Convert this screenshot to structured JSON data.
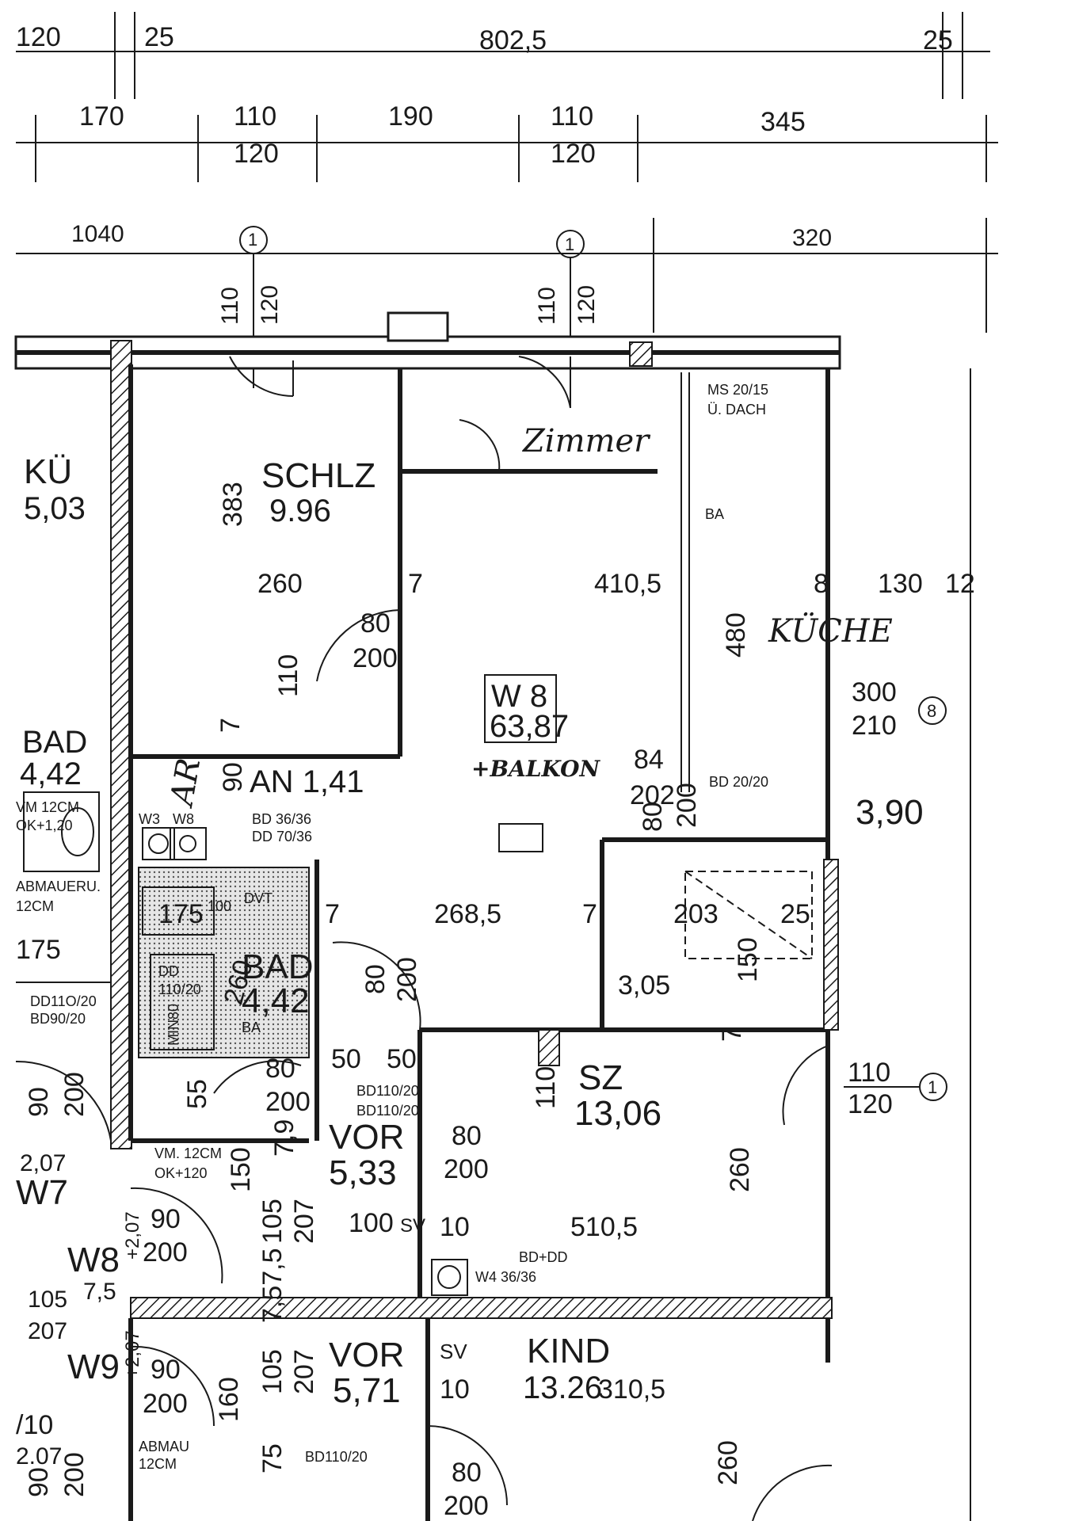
{
  "dims_top": {
    "a": "120",
    "b": "25",
    "c": "802,5",
    "d": "25",
    "r2_a": "170",
    "r2_b1": "110",
    "r2_b2": "120",
    "r2_c": "190",
    "r2_d1": "110",
    "r2_d2": "120",
    "r2_e": "345",
    "r3_a": "1040",
    "r3_b": "320",
    "axis_1": "1",
    "axis_2": "1",
    "win1_a": "110",
    "win1_b": "120",
    "win2_a": "110",
    "win2_b": "120"
  },
  "notes": {
    "ms": "MS 20/15",
    "udach": "Ü. DACH",
    "ba1": "BA",
    "bd2020": "BD 20/20",
    "bd3636": "BD 36/36",
    "dd7036": "DD 70/36",
    "vm12cm": "VM 12CM",
    "ok120": "OK+1,20",
    "abmaueru": "ABMAUERU.",
    "twelvecm": "12CM",
    "dd11020a": "DD11O/20",
    "dd9020": "BD90/20",
    "dvt": "DVT",
    "dd11020b": "DD",
    "dd11020c": "110/20",
    "ba2": "BA",
    "min80": "MIN80",
    "bd11020a": "BD110/20",
    "bd11020b": "BD110/20",
    "vm12cm2": "VM. 12CM",
    "ok1202": "OK+120",
    "bdd": "BD+DD",
    "w4": "W4 36/36",
    "abmau": "ABMAU",
    "abmau12": "12CM",
    "bd11020c": "BD110/20",
    "w3": "W3",
    "w8small": "W8"
  },
  "rooms": {
    "kue": {
      "name": "KÜ",
      "area": "5,03"
    },
    "schlz": {
      "name": "SCHLZ",
      "area": "9.96"
    },
    "zimmer": "Zimmer",
    "kueche": "KÜCHE",
    "bad_left": {
      "name": "BAD",
      "area": "4,42"
    },
    "ar": "AR",
    "an": {
      "name": "AN 1,41"
    },
    "w8": {
      "name": "W 8",
      "area": "63,87"
    },
    "balkon": "+BALKON",
    "bad": {
      "name": "BAD",
      "area": "4,42"
    },
    "sz": {
      "name": "SZ",
      "area": "13,06"
    },
    "vor1": {
      "name": "VOR",
      "area": "5,33"
    },
    "vor2": {
      "name": "VOR",
      "area": "5,71"
    },
    "kind": {
      "name": "KIND",
      "area": "13.26"
    }
  },
  "labels": {
    "d383": "383",
    "d260": "260",
    "d7a": "7",
    "d4105": "410,5",
    "d8": "8",
    "d130": "130",
    "d12": "12",
    "d480": "480",
    "d80a": "80",
    "d200a": "200",
    "d110a": "110",
    "d300": "300",
    "d210": "210",
    "c8": "8",
    "d390": "3,90",
    "d7b": "7",
    "d90a": "90",
    "d84": "84",
    "d202": "202",
    "d80b": "80",
    "d200b": "200",
    "d175a": "175",
    "d100": "100",
    "d175b": "175",
    "d7c": "7",
    "d2685": "268,5",
    "d7d": "7",
    "d203": "203",
    "d25": "25",
    "d260b": "260",
    "d80c": "80",
    "d200c": "200",
    "d305": "3,05",
    "d150a": "150",
    "d7e": "7",
    "d55": "55",
    "d50a": "50",
    "d50b": "50",
    "d80d": "80",
    "d200d": "200",
    "d110b": "110",
    "d80e": "80",
    "d200e": "200",
    "d110c": "110",
    "d120c": "120",
    "c1": "1",
    "d90b": "90",
    "d200f": "200",
    "d207a": "2,07",
    "w7": "W7",
    "d150b": "150",
    "d79": "7,9",
    "d260c": "260",
    "d90c": "90",
    "d200g": "200",
    "w8b": "W8",
    "d207b": "+2,07",
    "d105a": "105",
    "d207c": "207",
    "d100b": "100",
    "sv": "SV",
    "d10a": "10",
    "d5105": "510,5",
    "d105b": "105",
    "d75": "7,5",
    "d2007": "207",
    "w9": "W9",
    "d207d": "+2,07",
    "d90d": "90",
    "d200h": "200",
    "d757": "7,57,5",
    "d105c": "105",
    "d207e": "207",
    "sv2": "SV",
    "d10b": "10",
    "d3105": "310,5",
    "d10c": "/10",
    "d207f": "2.07",
    "d160": "160",
    "d75b": "75",
    "d80f": "80",
    "d200i": "200",
    "d260d": "260",
    "d90e": "90",
    "d200j": "200"
  }
}
